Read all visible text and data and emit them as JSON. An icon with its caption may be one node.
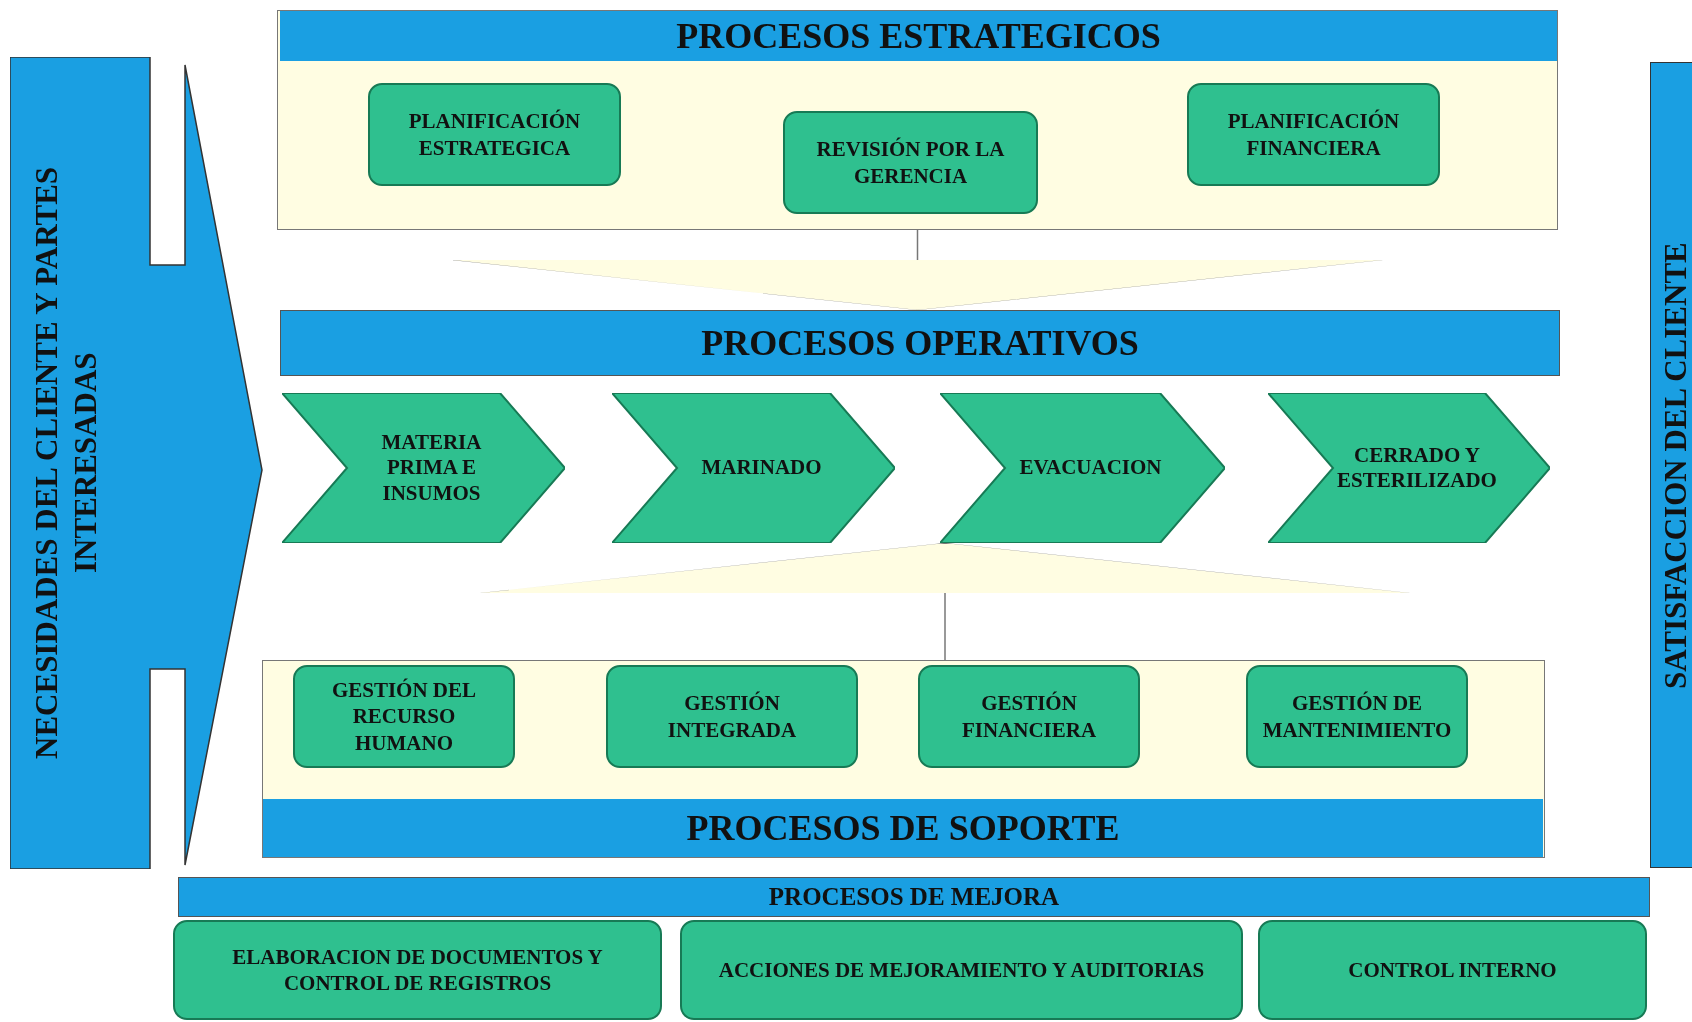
{
  "diagram": {
    "nodes": [
      {
        "text": [
          "NECESIDADES DEL CLIENTE Y PARTES INTERESADAS"
        ]
      },
      {
        "text": [
          "PROCESOS ESTRATEGICOS"
        ]
      },
      {
        "text": [
          "PLANIFICACIÓN ESTRATEGICA"
        ],
        "in": 1
      },
      {
        "text": [
          "REVISIÓN POR LA GERENCIA"
        ],
        "in": 1
      },
      {
        "text": [
          "PLANIFICACIÓN FINANCIERA"
        ],
        "in": 1
      },
      {
        "text": [
          "PROCESOS OPERATIVOS"
        ]
      },
      {
        "text": [
          "MATERIA PRIMA E INSUMOS"
        ]
      },
      {
        "text": [
          "MARINADO"
        ]
      },
      {
        "text": [
          "EVACUACION"
        ]
      },
      {
        "text": [
          "CERRADO Y ESTERILIZADO"
        ]
      },
      {
        "text": [
          "PROCESOS DE SOPORTE"
        ]
      },
      {
        "text": [
          "GESTIÓN DEL RECURSO HUMANO"
        ],
        "in": 10
      },
      {
        "text": [
          "GESTIÓN INTEGRADA"
        ],
        "in": 10
      },
      {
        "text": [
          "GESTIÓN FINANCIERA"
        ],
        "in": 10
      },
      {
        "text": [
          "GESTIÓN DE MANTENIMIENTO"
        ],
        "in": 10
      },
      {
        "text": [
          "PROCESOS DE MEJORA"
        ]
      },
      {
        "text": [
          "ELABORACION DE DOCUMENTOS Y CONTROL DE REGISTROS"
        ]
      },
      {
        "text": [
          "ACCIONES DE MEJORAMIENTO Y AUDITORIAS"
        ]
      },
      {
        "text": [
          "CONTROL INTERNO"
        ]
      },
      {
        "text": [
          "SATISFACCION DEL CLIENTE"
        ]
      }
    ],
    "edges": [
      {
        "from": 1,
        "to": 5,
        "arrow": "to"
      },
      {
        "from": 10,
        "to": 8,
        "arrow": "to"
      }
    ]
  }
}
